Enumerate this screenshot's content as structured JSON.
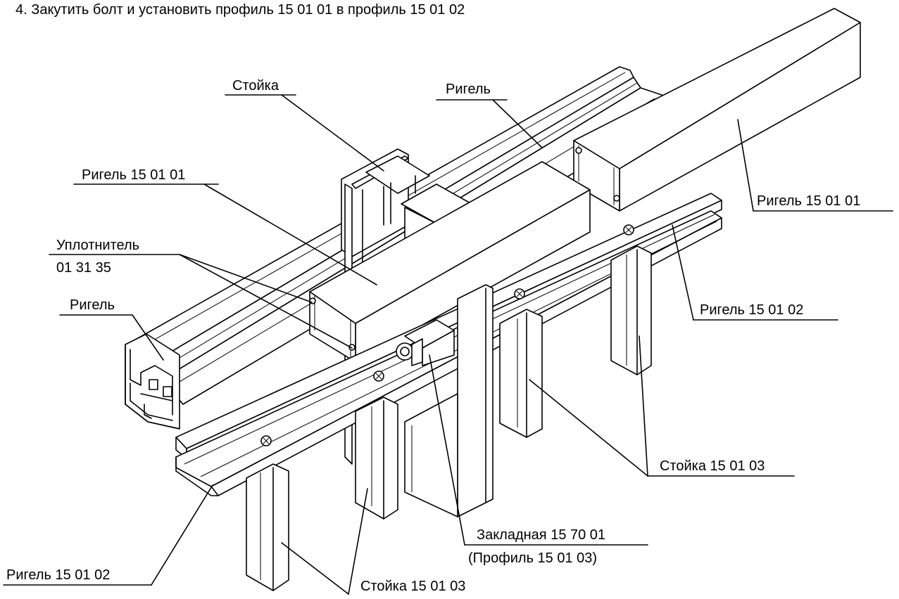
{
  "title": "4. Закутить болт и установить профиль 15 01 01 в профиль 15 01 02",
  "callouts": {
    "stoika": "Стойка",
    "rigel_top": "Ригель",
    "rigel_150101_left": "Ригель 15 01 01",
    "rigel_150101_right": "Ригель 15 01 01",
    "uplotnitel": "Уплотнитель",
    "uplotnitel_code": "01 31 35",
    "rigel_left": "Ригель",
    "rigel_150102_right": "Ригель 15 01 02",
    "stoika_150103_right": "Стойка 15 01 03",
    "zakladnaya": "Закладная 15 70 01",
    "zakladnaya_profile": "(Профиль 15 01 03)",
    "rigel_150102_left": "Ригель 15 01 02",
    "stoika_150103_bottom": "Стойка 15 01 03"
  }
}
